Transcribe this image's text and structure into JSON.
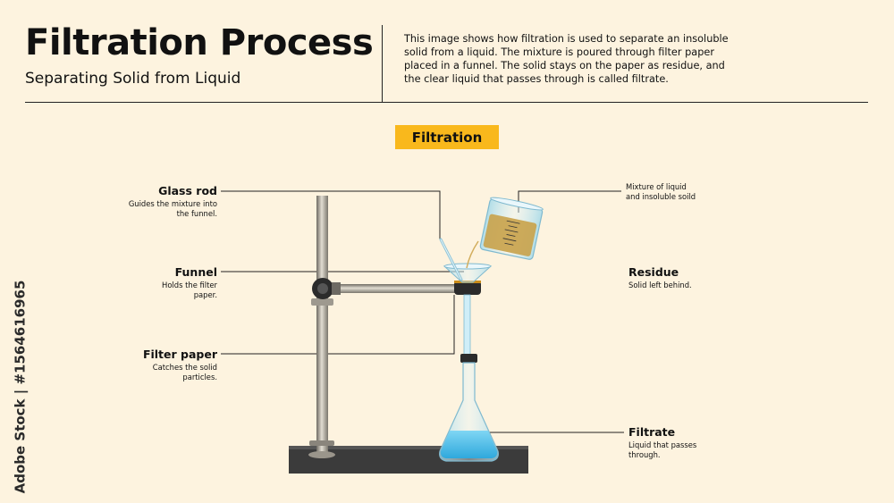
{
  "header": {
    "title": "Filtration Process",
    "subtitle": "Separating Solid from Liquid",
    "description": "This image shows how filtration is used to separate an insoluble solid from a liquid. The mixture is poured through filter paper placed in a funnel. The solid stays on the paper as residue, and the clear liquid that passes through is called filtrate."
  },
  "badge": "Filtration",
  "labels": {
    "glass_rod": {
      "title": "Glass rod",
      "desc": "Guides the mixture into the funnel."
    },
    "funnel": {
      "title": "Funnel",
      "desc": "Holds the filter paper."
    },
    "filter_paper": {
      "title": "Filter paper",
      "desc": "Catches the solid particles."
    },
    "mixture": {
      "desc": "Mixture of liquid and insoluble soild"
    },
    "residue": {
      "title": "Residue",
      "desc": "Solid left behind."
    },
    "filtrate": {
      "title": "Filtrate",
      "desc": "Liquid that passes through."
    }
  },
  "watermark": "Adobe Stock | #1564616965",
  "colors": {
    "background": "#fdf3df",
    "badge": "#f9b81c",
    "liquid": "#4fc3ec",
    "mixture": "#c9a24a"
  }
}
